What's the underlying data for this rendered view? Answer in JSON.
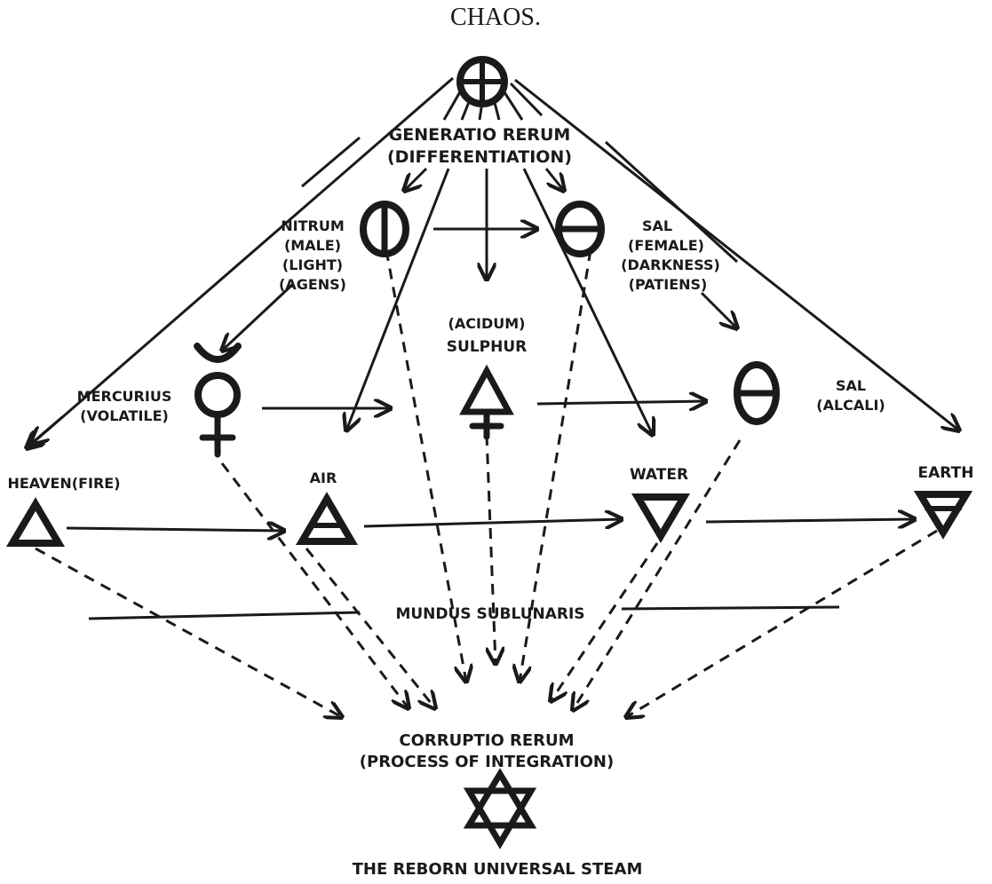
{
  "title": "CHAOS.",
  "labels": {
    "generatio": "GENERATIO RERUM",
    "differentiation": "(DIFFERENTIATION)",
    "nitrum": [
      "NITRUM",
      "(MALE)",
      "(LIGHT)",
      "(AGENS)"
    ],
    "sal_female": [
      "SAL",
      "(FEMALE)",
      "(DARKNESS)",
      "(PATIENS)"
    ],
    "acidum": "(ACIDUM)",
    "sulphur": "SULPHUR",
    "mercurius": [
      "MERCURIUS",
      "(VOLATILE)"
    ],
    "sal_alcali": [
      "SAL",
      "(ALCALI)"
    ],
    "heaven": "HEAVEN(FIRE)",
    "air": "AIR",
    "water": "WATER",
    "earth": "EARTH",
    "mundus": "MUNDUS SUBLUNARIS",
    "corruptio": "CORRUPTIO RERUM",
    "integration": "(PROCESS OF INTEGRATION)",
    "reborn": "THE REBORN UNIVERSAL STEAM"
  },
  "symbols": [
    "chaos-circle-cross-icon",
    "nitrum-circle-vertical-icon",
    "sal-circle-horizontal-icon",
    "mercury-icon",
    "sulphur-icon",
    "salt-alcali-icon",
    "fire-triangle-icon",
    "air-triangle-icon",
    "water-triangle-icon",
    "earth-triangle-icon",
    "hexagram-icon"
  ],
  "colors": {
    "ink": "#1a1a1a",
    "paper": "#ffffff"
  }
}
